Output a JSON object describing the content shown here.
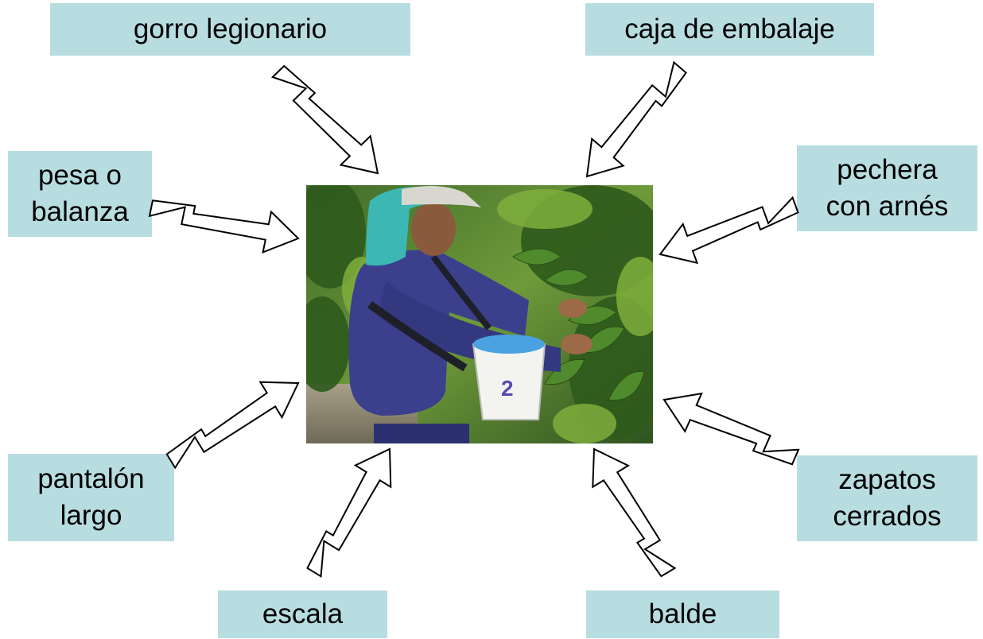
{
  "labels": {
    "gorro": "gorro legionario",
    "caja": "caja de embalaje",
    "pesa": "pesa o\nbalanza",
    "pechera": "pechera\ncon arnés",
    "pantalon": "pantalón\nlargo",
    "zapatos": "zapatos\ncerrados",
    "escala": "escala",
    "balde": "balde"
  },
  "photo": {
    "bucket_number": "2"
  },
  "colors": {
    "label_fill": "#b8dde0",
    "arrow_fill": "#ffffff",
    "arrow_stroke": "#000000"
  }
}
